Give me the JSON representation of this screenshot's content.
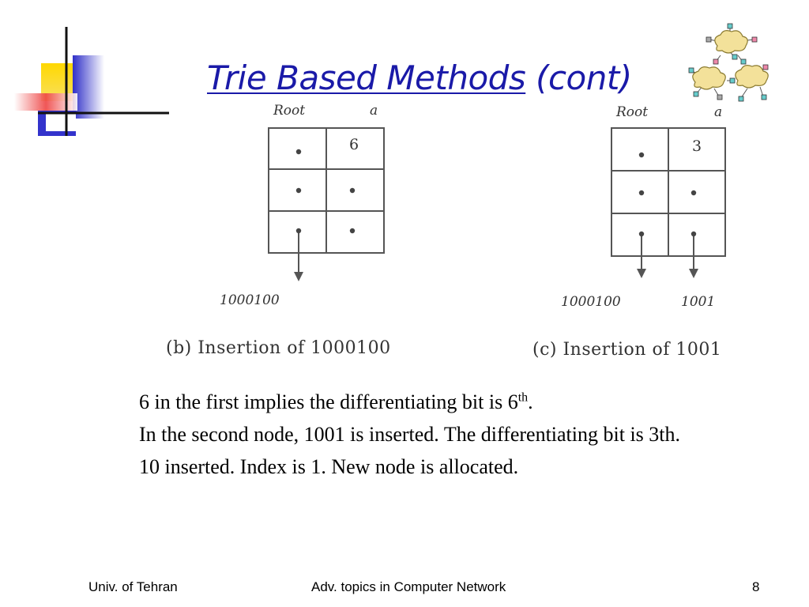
{
  "title": {
    "main": "Trie Based Methods",
    "suffix": "(cont)"
  },
  "figures": {
    "b": {
      "root_label": "Root",
      "a_label": "a",
      "index_value": "6",
      "leaf_labels": [
        "1000100"
      ],
      "caption": "(b) Insertion of 1000100"
    },
    "c": {
      "root_label": "Root",
      "a_label": "a",
      "index_value": "3",
      "leaf_labels": [
        "1000100",
        "1001"
      ],
      "caption": "(c) Insertion of 1001"
    }
  },
  "body": {
    "line1_pre": "6 in the first implies the differentiating bit is 6",
    "line1_sup": "th",
    "line1_post": ".",
    "line2": "In the second node, 1001 is inserted. The differentiating bit is 3th.",
    "line3": "10 inserted. Index is 1. New node is allocated."
  },
  "footer": {
    "left": "Univ. of Tehran",
    "center": "Adv. topics in Computer Network",
    "page_number": "8"
  },
  "colors": {
    "title": "#1a1aa8",
    "deco_yellow": "#f7d30a",
    "deco_blue": "#3333cc",
    "deco_red": "#ee5555"
  },
  "icons": {
    "decoration": "corner-squares-decoration",
    "network": "network-clouds-icon"
  }
}
